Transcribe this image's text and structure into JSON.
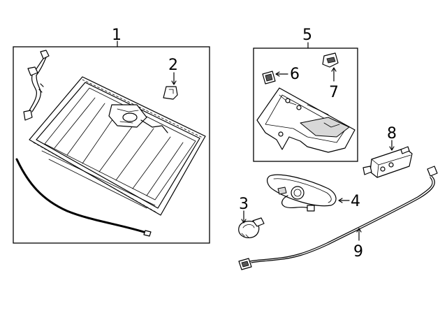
{
  "callouts": {
    "c1": "1",
    "c2": "2",
    "c3": "3",
    "c4": "4",
    "c5": "5",
    "c6": "6",
    "c7": "7",
    "c8": "8",
    "c9": "9"
  },
  "colors": {
    "line": "#000000",
    "background": "#ffffff",
    "shade": "#d8d8d8"
  }
}
